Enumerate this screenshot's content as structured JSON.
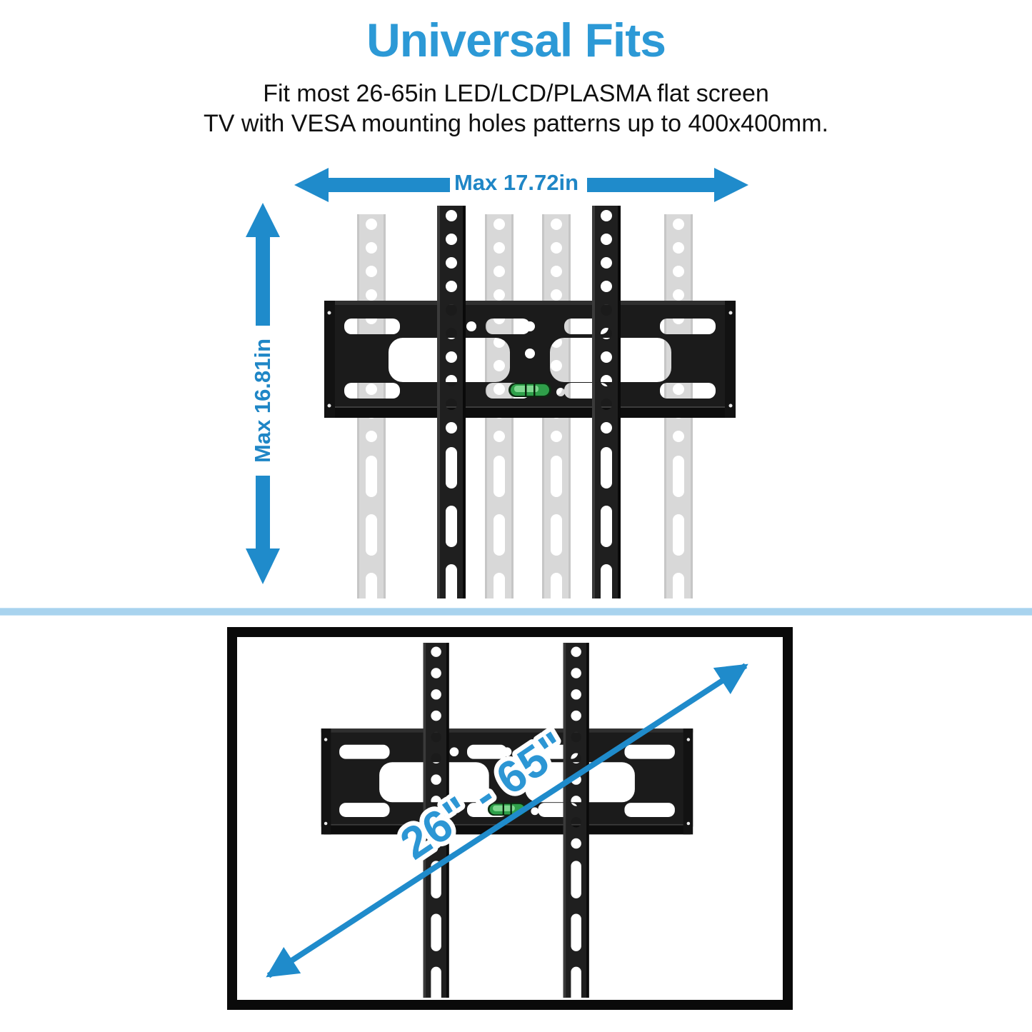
{
  "header": {
    "title": "Universal Fits",
    "subtitle_line1": "Fit most 26-65in LED/LCD/PLASMA flat screen",
    "subtitle_line2": "TV with VESA mounting holes patterns up to 400x400mm."
  },
  "top_diagram": {
    "max_width_label": "Max 17.72in",
    "max_height_label": "Max 16.81in"
  },
  "bottom_diagram": {
    "size_range_label": "26\" - 65\""
  },
  "colors": {
    "title_blue": "#2C99D6",
    "dimension_label_blue": "#1F86C6",
    "arrow_blue": "#1F8BCB",
    "size_label_blue": "#2C96D4",
    "divider_blue": "#A8D3EE",
    "mount_black": "#1B1B1B",
    "ghost_rail_gray": "#D8D8D8",
    "level_green": "#2FA04A",
    "frame_black": "#0A0A0A"
  }
}
